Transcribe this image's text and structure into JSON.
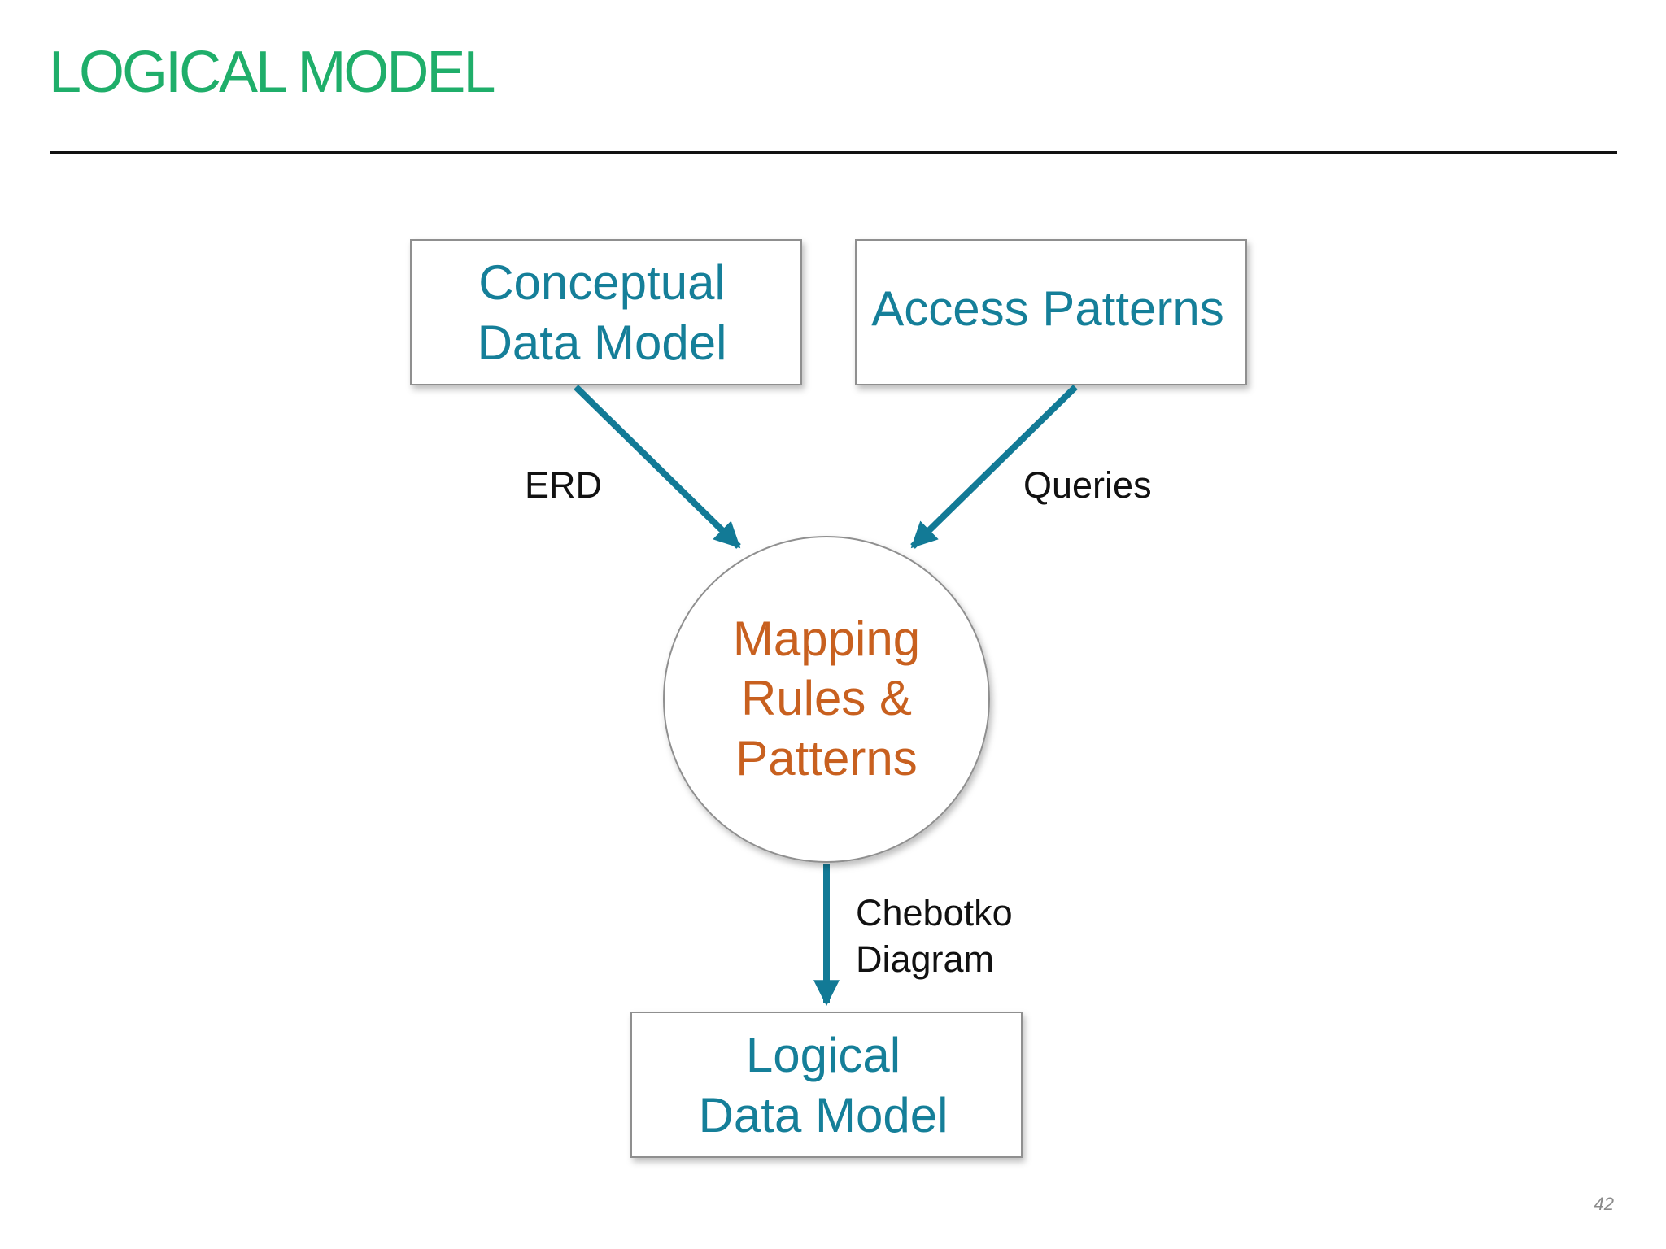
{
  "slide": {
    "title": "LOGICAL MODEL",
    "page_number": "42"
  },
  "diagram": {
    "nodes": {
      "conceptual": {
        "line1": "Conceptual",
        "line2": "Data Model"
      },
      "access": {
        "line1": "Access Patterns"
      },
      "mapping": {
        "line1": "Mapping",
        "line2": "Rules &",
        "line3": "Patterns"
      },
      "logical": {
        "line1": "Logical",
        "line2": "Data Model"
      }
    },
    "edges": {
      "erd": "ERD",
      "queries": "Queries",
      "chebotko_line1": "Chebotko",
      "chebotko_line2": "Diagram"
    },
    "colors": {
      "title": "#1fae6a",
      "box_text": "#157f99",
      "arrow": "#127a96",
      "center_text": "#c8601f",
      "edge_text": "#111111"
    }
  }
}
